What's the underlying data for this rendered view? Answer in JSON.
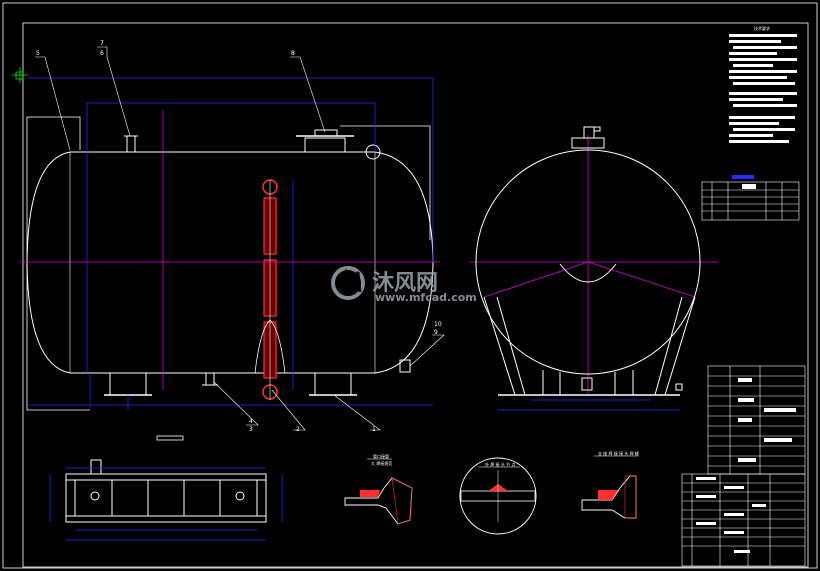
{
  "drawing": {
    "part_labels": [
      "5",
      "7",
      "6",
      "8",
      "4",
      "3",
      "2",
      "1",
      "10",
      "9"
    ],
    "tech_requirements_title": "技术要求",
    "detail_a_title": "管口接管",
    "detail_a_sub": "大 焊接规范",
    "detail_b_title": "外 焊 接 头 节 点",
    "detail_c_title": "支 座 焊 接 接 头 焊 缝"
  },
  "watermark": {
    "brand": "沐风网",
    "url": "www.mfcad.com"
  },
  "colors": {
    "background": "#000000",
    "outline": "#ffffff",
    "dimension": "#2a2aff",
    "centerline": "#d400d4",
    "hatch": "#ff3030"
  }
}
